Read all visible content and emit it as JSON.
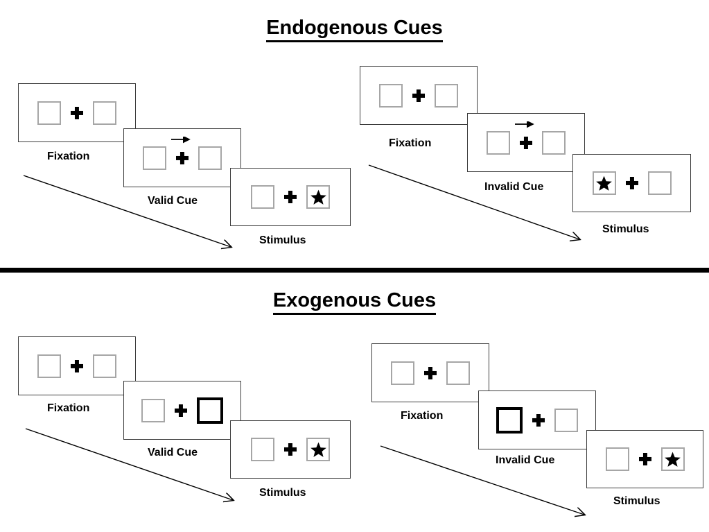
{
  "sections": [
    {
      "id": "endogenous",
      "title": "Endogenous Cues",
      "conditions": [
        {
          "id": "endogenous-valid",
          "frames": [
            {
              "label": "Fixation",
              "left_box": "empty",
              "right_box": "empty",
              "cue": "none",
              "center": "fixation-cross"
            },
            {
              "label": "Valid Cue",
              "left_box": "empty",
              "right_box": "empty",
              "cue": "arrow-right",
              "center": "fixation-cross"
            },
            {
              "label": "Stimulus",
              "left_box": "empty",
              "right_box": "star",
              "cue": "none",
              "center": "fixation-cross"
            }
          ]
        },
        {
          "id": "endogenous-invalid",
          "frames": [
            {
              "label": "Fixation",
              "left_box": "empty",
              "right_box": "empty",
              "cue": "none",
              "center": "fixation-cross"
            },
            {
              "label": "Invalid Cue",
              "left_box": "empty",
              "right_box": "empty",
              "cue": "arrow-right",
              "center": "fixation-cross"
            },
            {
              "label": "Stimulus",
              "left_box": "star",
              "right_box": "empty",
              "cue": "none",
              "center": "fixation-cross"
            }
          ]
        }
      ]
    },
    {
      "id": "exogenous",
      "title": "Exogenous Cues",
      "conditions": [
        {
          "id": "exogenous-valid",
          "frames": [
            {
              "label": "Fixation",
              "left_box": "empty",
              "right_box": "empty",
              "cue": "none",
              "center": "fixation-cross"
            },
            {
              "label": "Valid Cue",
              "left_box": "empty",
              "right_box": "highlighted",
              "cue": "box-flash-right",
              "center": "fixation-cross"
            },
            {
              "label": "Stimulus",
              "left_box": "empty",
              "right_box": "star",
              "cue": "none",
              "center": "fixation-cross"
            }
          ]
        },
        {
          "id": "exogenous-invalid",
          "frames": [
            {
              "label": "Fixation",
              "left_box": "empty",
              "right_box": "empty",
              "cue": "none",
              "center": "fixation-cross"
            },
            {
              "label": "Invalid Cue",
              "left_box": "highlighted",
              "right_box": "empty",
              "cue": "box-flash-left",
              "center": "fixation-cross"
            },
            {
              "label": "Stimulus",
              "left_box": "empty",
              "right_box": "star",
              "cue": "none",
              "center": "fixation-cross"
            }
          ]
        }
      ]
    }
  ],
  "colors": {
    "background": "#ffffff",
    "frame_border": "#3b3b3b",
    "box_border": "#a6a6a6",
    "cue_border": "#000000",
    "ink": "#000000",
    "divider": "#000000"
  },
  "divider": {
    "present": true
  },
  "time_arrows": {
    "count": 4,
    "direction": "down-right",
    "meaning": "time"
  }
}
